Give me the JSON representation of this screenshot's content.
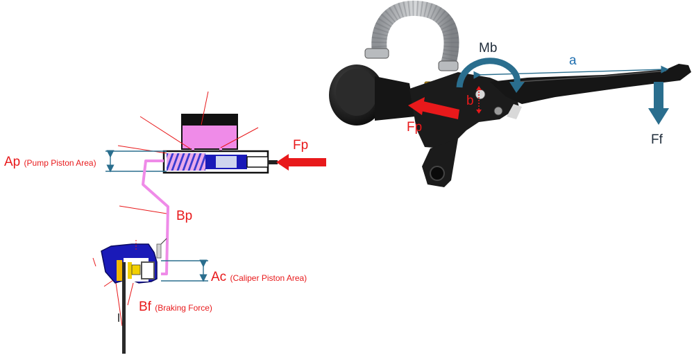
{
  "colors": {
    "label_red": "#e8191b",
    "arrow_red": "#e8191b",
    "fluid_pink": "#ef8be8",
    "caliper_blue": "#1a1ab8",
    "dim_teal": "#2a6e8e",
    "lever_black": "#1b1b1b"
  },
  "left_diagram": {
    "ap_symbol": "Ap",
    "ap_desc": "(Pump Piston Area)",
    "fp_symbol": "Fp",
    "bp_symbol": "Bp",
    "ac_symbol": "Ac",
    "ac_desc": "(Caliper Piston Area)",
    "bf_symbol": "Bf",
    "bf_desc": "(Braking Force)"
  },
  "right_diagram": {
    "mb_symbol": "Mb",
    "a_symbol": "a",
    "b_symbol": "b",
    "fp_symbol": "Fp",
    "ff_symbol": "Ff"
  }
}
